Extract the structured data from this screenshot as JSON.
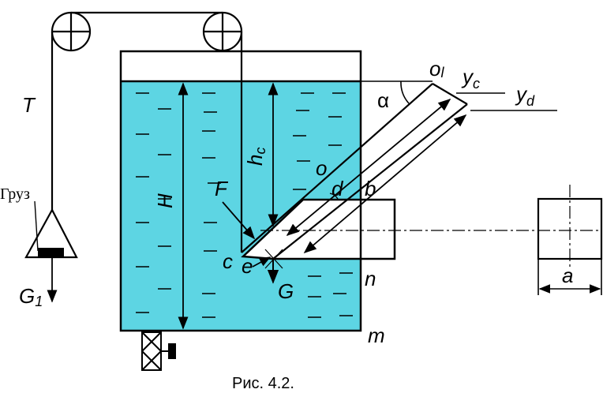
{
  "labels": {
    "T": "T",
    "gruz": "Груз",
    "G1": "G",
    "G1_sub": "1",
    "H": "H",
    "hc": "h",
    "hc_sub": "c",
    "F": "F",
    "o": "o",
    "d": "d",
    "b": "b",
    "c": "c",
    "e": "e",
    "G": "G",
    "n": "n",
    "m": "m",
    "alpha": "α",
    "o1": "o",
    "o1_sub": "l",
    "yc": "y",
    "yc_sub": "c",
    "yd": "y",
    "yd_sub": "d",
    "a": "a"
  },
  "caption": "Рис. 4.2.",
  "colors": {
    "water": "#5dd5e3",
    "line": "#000000"
  }
}
